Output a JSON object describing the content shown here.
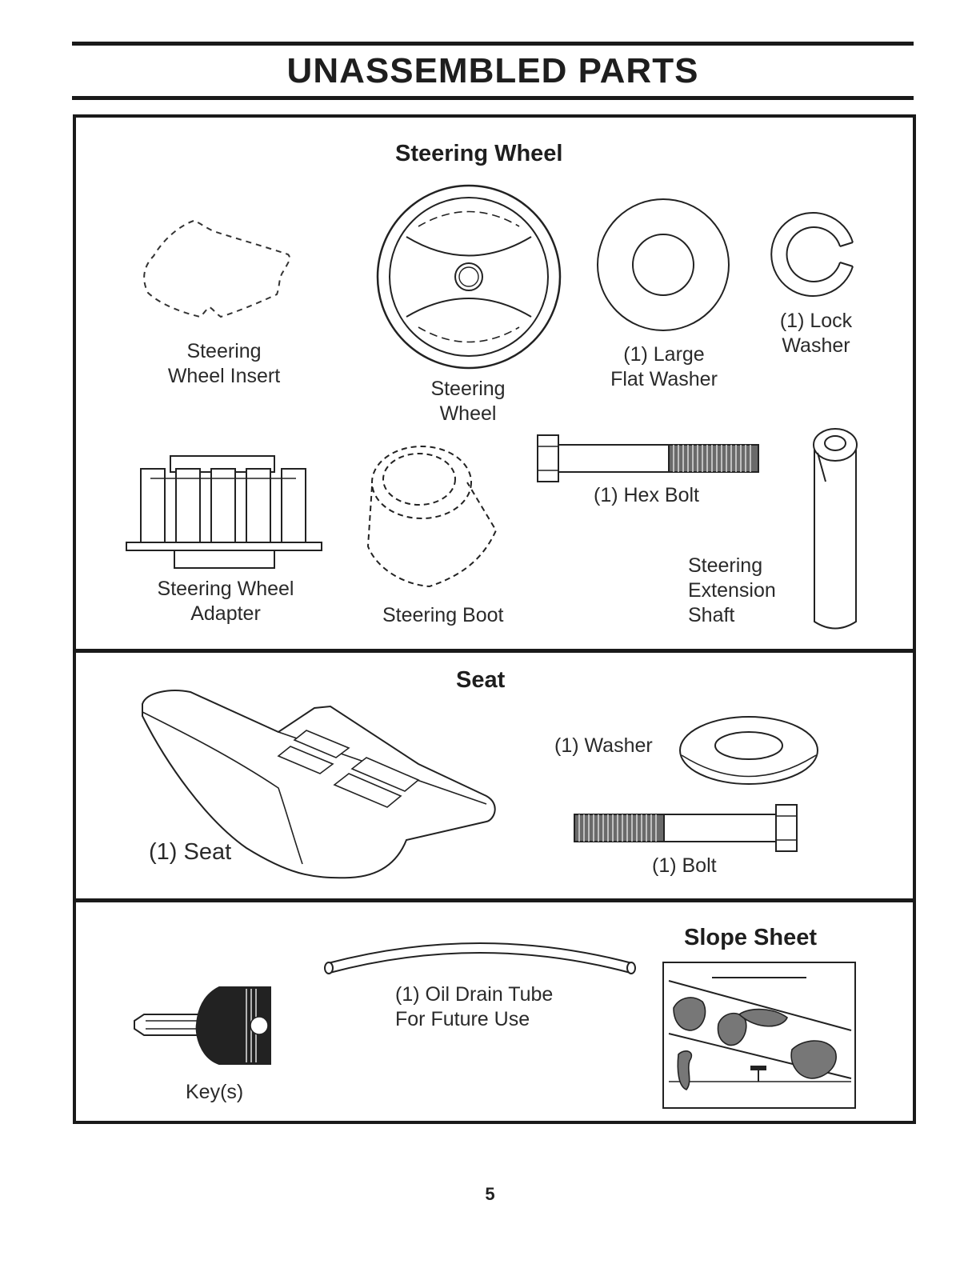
{
  "page": {
    "title": "UNASSEMBLED PARTS",
    "page_number": "5"
  },
  "sections": {
    "steering": {
      "title": "Steering Wheel",
      "parts": {
        "wheel_insert": [
          "Steering",
          "Wheel Insert"
        ],
        "wheel": [
          "Steering",
          "Wheel"
        ],
        "large_washer": [
          "(1) Large",
          "Flat Washer"
        ],
        "lock_washer": [
          "(1) Lock",
          "Washer"
        ],
        "adapter": [
          "Steering Wheel",
          "Adapter"
        ],
        "boot": "Steering Boot",
        "hex_bolt": "(1) Hex Bolt",
        "extension_shaft": [
          "Steering",
          "Extension",
          "Shaft"
        ]
      }
    },
    "seat": {
      "title": "Seat",
      "parts": {
        "seat": "(1) Seat",
        "washer": "(1) Washer",
        "bolt": "(1) Bolt"
      }
    },
    "misc": {
      "slope_title": "Slope Sheet",
      "parts": {
        "keys": "Key(s)",
        "oil_tube": [
          "(1) Oil Drain Tube",
          "For Future Use"
        ]
      }
    }
  },
  "icons": [
    "steering-wheel-insert-icon",
    "steering-wheel-icon",
    "flat-washer-icon",
    "lock-washer-icon",
    "adapter-icon",
    "boot-icon",
    "hex-bolt-icon",
    "extension-shaft-icon",
    "seat-icon",
    "washer-icon",
    "bolt-icon",
    "key-icon",
    "oil-drain-tube-icon",
    "slope-sheet-icon"
  ]
}
